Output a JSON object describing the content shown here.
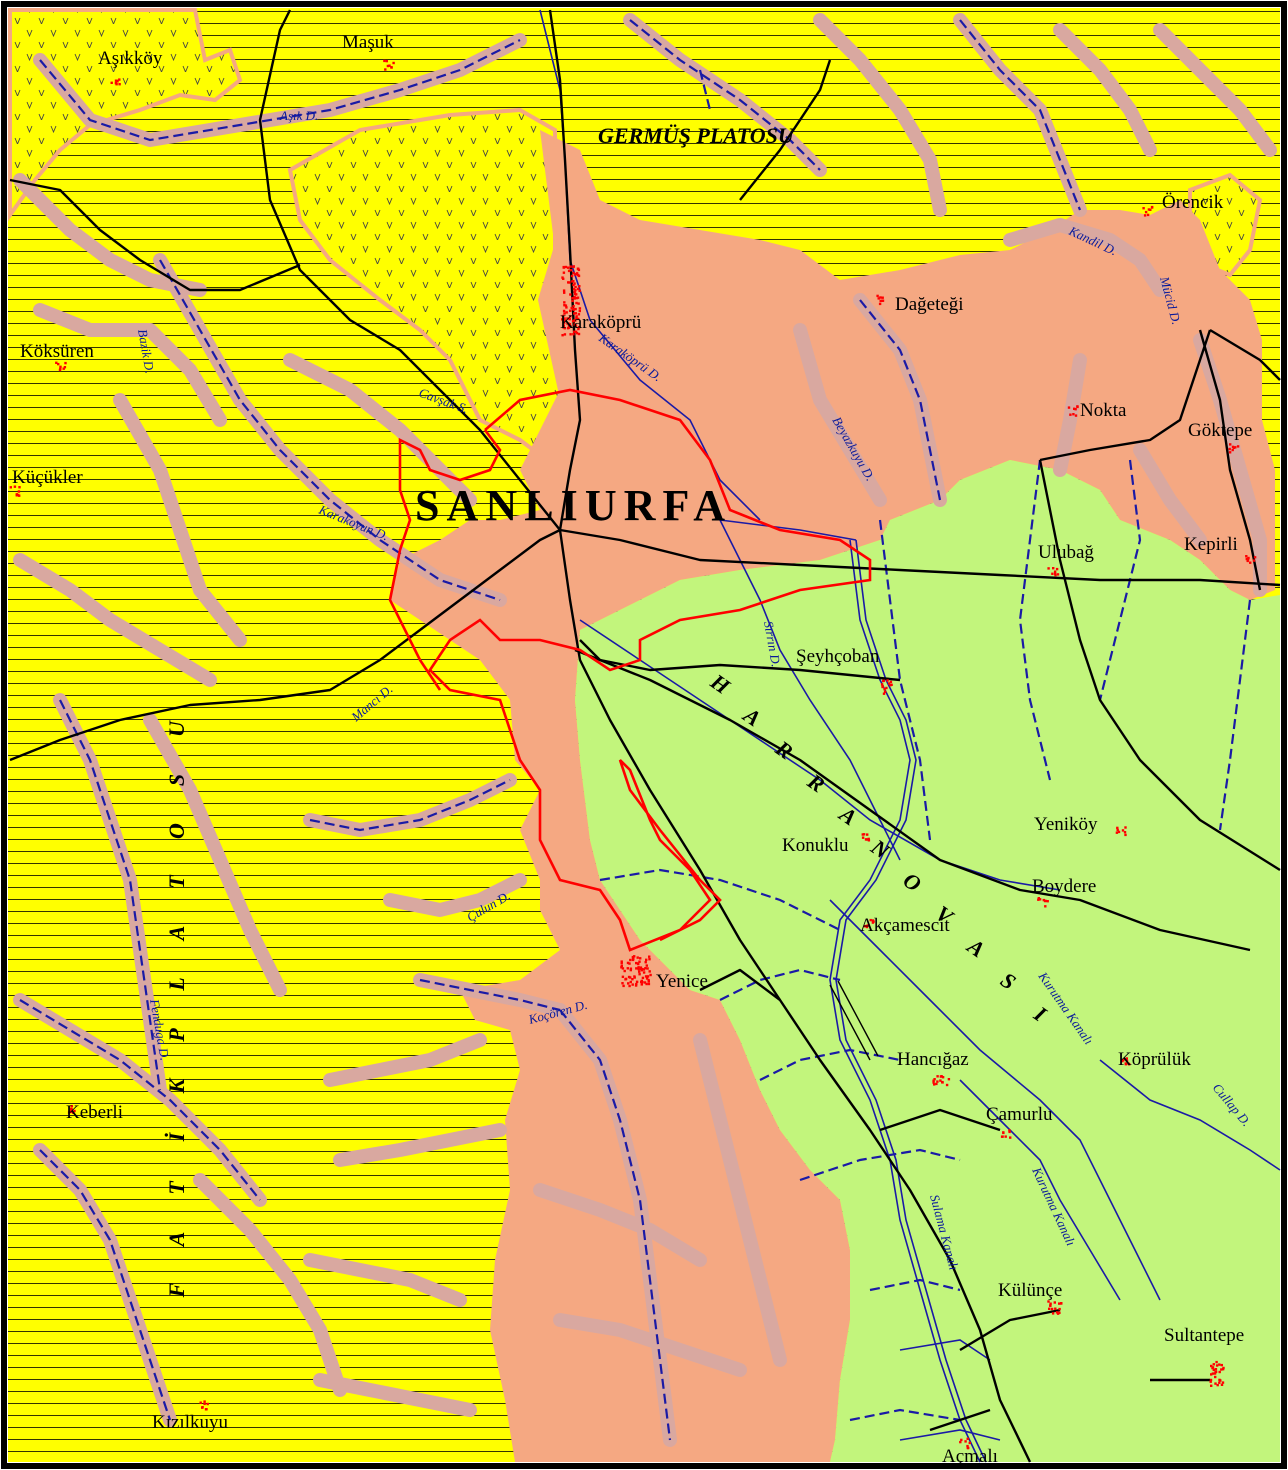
{
  "map": {
    "city": "SANLIURFA",
    "regions": [
      {
        "key": "germus",
        "label": "GERMÜŞ PLATOSU"
      },
      {
        "key": "harran",
        "label": "HARRAN OVASI"
      },
      {
        "key": "fatik",
        "label": "FATİK PLATOSU"
      }
    ],
    "settlements": [
      {
        "key": "asikkoy",
        "label": "Aşıkköy"
      },
      {
        "key": "masuk",
        "label": "Maşuk"
      },
      {
        "key": "orencik",
        "label": "Örencik"
      },
      {
        "key": "karakopru",
        "label": "Karaköprü"
      },
      {
        "key": "dagetegi",
        "label": "Dağeteği"
      },
      {
        "key": "koksuren",
        "label": "Köksüren"
      },
      {
        "key": "nokta",
        "label": "Nokta"
      },
      {
        "key": "goktepe",
        "label": "Göktepe"
      },
      {
        "key": "kucukler",
        "label": "Küçükler"
      },
      {
        "key": "ulubag",
        "label": "Ulubağ"
      },
      {
        "key": "kepirli",
        "label": "Kepirli"
      },
      {
        "key": "seyhcoban",
        "label": "Şeyhçoban"
      },
      {
        "key": "yenikoy",
        "label": "Yeniköy"
      },
      {
        "key": "konuklu",
        "label": "Konuklu"
      },
      {
        "key": "boydere",
        "label": "Boydere"
      },
      {
        "key": "akcamescit",
        "label": "Akçamescit"
      },
      {
        "key": "yenice",
        "label": "Yenice"
      },
      {
        "key": "hanciagaz",
        "label": "Hancığaz"
      },
      {
        "key": "koprulu",
        "label": "Köprülük"
      },
      {
        "key": "keberli",
        "label": "Keberli"
      },
      {
        "key": "camurlu",
        "label": "Çamurlu"
      },
      {
        "key": "kulunce",
        "label": "Külünçe"
      },
      {
        "key": "sultantepe",
        "label": "Sultantepe"
      },
      {
        "key": "kizilkuyu",
        "label": "Kızılkuyu"
      },
      {
        "key": "acmali",
        "label": "Açmalı"
      }
    ],
    "streams": [
      {
        "key": "asik",
        "label": "Aşık D."
      },
      {
        "key": "kandil",
        "label": "Kandil D."
      },
      {
        "key": "bazik",
        "label": "Bazik D."
      },
      {
        "key": "musid",
        "label": "Mücid D."
      },
      {
        "key": "cavsak",
        "label": "Cavşak S."
      },
      {
        "key": "karakopru_d",
        "label": "Karaköprü D."
      },
      {
        "key": "beyazkuyu",
        "label": "Beyazkuyu D."
      },
      {
        "key": "karakoyun",
        "label": "Karakoyun D."
      },
      {
        "key": "sirrin",
        "label": "Sırrın D."
      },
      {
        "key": "mance",
        "label": "Mancı D."
      },
      {
        "key": "culun",
        "label": "Çulun D."
      },
      {
        "key": "kocoren",
        "label": "Koçören D."
      },
      {
        "key": "kurutma1",
        "label": "Kurutma Kanalı"
      },
      {
        "key": "fenduga",
        "label": "Fenduga D."
      },
      {
        "key": "cullap",
        "label": "Cullap D."
      },
      {
        "key": "kurutma2",
        "label": "Kurutma Kanalı"
      },
      {
        "key": "sulama",
        "label": "Sulama Kanalı"
      }
    ],
    "colors": {
      "plateau": "#ffff00",
      "slope": "#f5a882",
      "plain": "#c2f57c",
      "valley": "#d9a8a0",
      "stream": "#1a1aa6",
      "boundary": "#ff0000",
      "road": "#000000",
      "settlement": "#ff0000",
      "frame": "#000000"
    }
  }
}
